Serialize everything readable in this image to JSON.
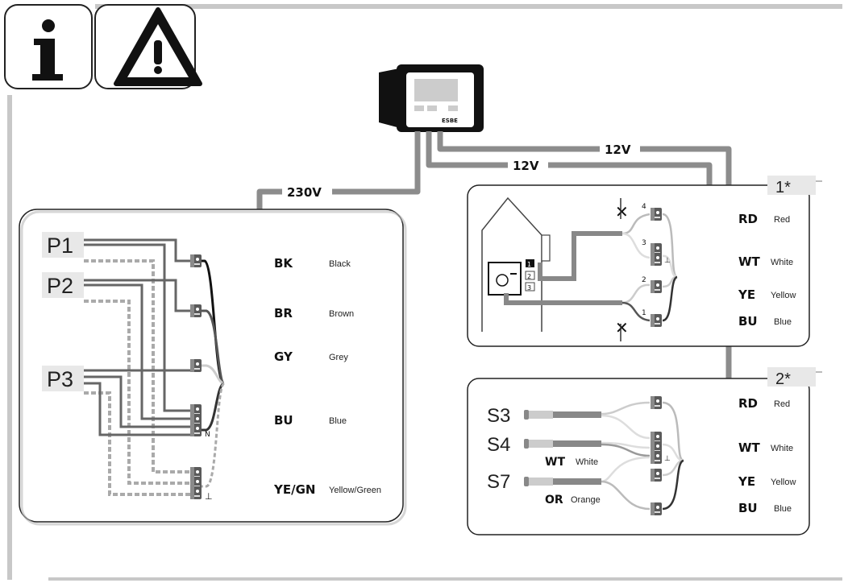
{
  "header": {
    "info_icon": "info-icon",
    "warning_icon": "warning-triangle-icon"
  },
  "controller": {
    "label": "ESBE"
  },
  "voltages": {
    "mains": "230V",
    "low_a": "12V",
    "low_b": "12V"
  },
  "box_main": {
    "inputs": [
      "P1",
      "P2",
      "P3"
    ],
    "terminal_marks": {
      "neutral": "N",
      "earth": "⊥"
    },
    "rows": [
      {
        "code": "BK",
        "name": "Black"
      },
      {
        "code": "BR",
        "name": "Brown"
      },
      {
        "code": "GY",
        "name": "Grey"
      },
      {
        "code": "BU",
        "name": "Blue"
      },
      {
        "code": "YE/GN",
        "name": "Yellow/Green"
      }
    ]
  },
  "box_1": {
    "tag": "1*",
    "thermostat_numbers": [
      "1",
      "2",
      "3"
    ],
    "terminal_numbers": [
      "4",
      "3",
      "2",
      "1"
    ],
    "earth_mark": "⊥",
    "rows": [
      {
        "code": "RD",
        "name": "Red"
      },
      {
        "code": "WT",
        "name": "White"
      },
      {
        "code": "YE",
        "name": "Yellow"
      },
      {
        "code": "BU",
        "name": "Blue"
      }
    ]
  },
  "box_2": {
    "tag": "2*",
    "sensors": [
      "S3",
      "S4",
      "S7"
    ],
    "sensor_wires": [
      {
        "code": "WT",
        "name": "White"
      },
      {
        "code": "OR",
        "name": "Orange"
      }
    ],
    "earth_mark": "⊥",
    "rows": [
      {
        "code": "RD",
        "name": "Red"
      },
      {
        "code": "WT",
        "name": "White"
      },
      {
        "code": "YE",
        "name": "Yellow"
      },
      {
        "code": "BU",
        "name": "Blue"
      }
    ]
  }
}
